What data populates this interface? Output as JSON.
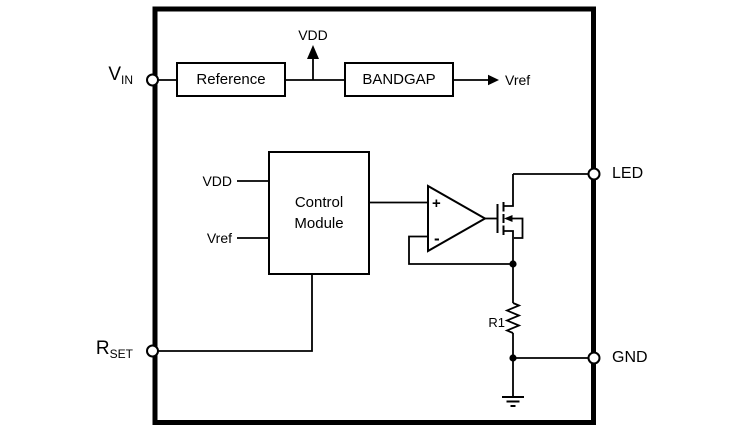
{
  "colors": {
    "ink": "#000000",
    "bg": "#ffffff"
  },
  "pins": {
    "vin": {
      "main": "V",
      "sub": "IN"
    },
    "rset": {
      "main": "R",
      "sub": "SET"
    },
    "led": {
      "label": "LED"
    },
    "gnd": {
      "label": "GND"
    }
  },
  "blocks": {
    "reference": {
      "label": "Reference"
    },
    "bandgap": {
      "label": "BANDGAP"
    },
    "control": {
      "line1": "Control",
      "line2": "Module"
    }
  },
  "nets": {
    "vdd_rail": "VDD",
    "vref_out": "Vref",
    "vdd_in": "VDD",
    "vref_in": "Vref",
    "r1": "R1"
  },
  "opamp": {
    "plus": "+",
    "minus": "-"
  }
}
